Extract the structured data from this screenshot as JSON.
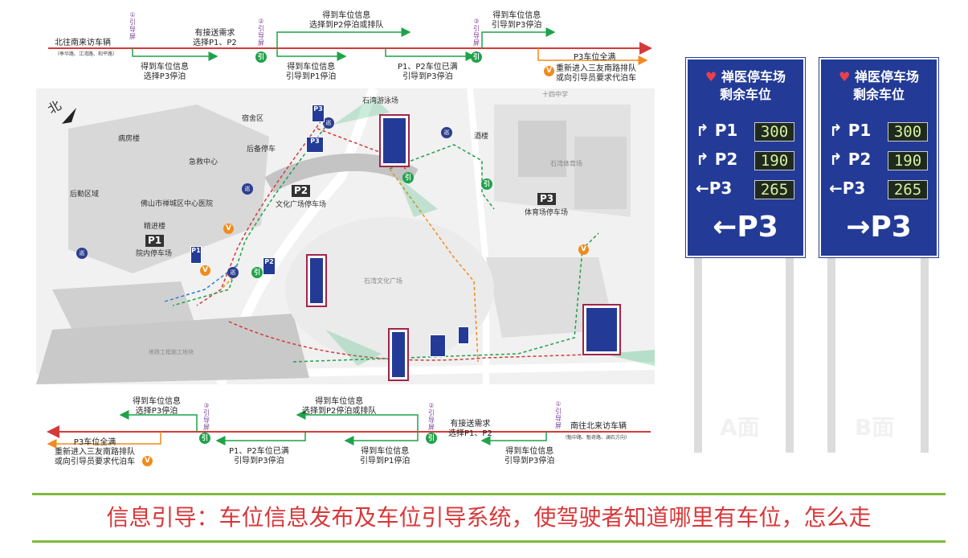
{
  "top_flow": {
    "start_label": "北往南来访车辆",
    "start_note": "（季华路、江湾路、和平路）",
    "screen_tags": [
      "①引导屏",
      "②引导屏",
      "③引导屏"
    ],
    "above_1": "有接送需求\n选择P1、P2",
    "above_2": "得到车位信息\n选择到P2停泊或排队",
    "above_3": "得到车位信息\n引导到P3停泊",
    "above_4": "P3车位全满",
    "below_1": "得到车位信息\n选择P3停泊",
    "below_2": "得到车位信息\n引导到P1停泊",
    "below_3": "P1、P2车位已满\n引导到P3停泊",
    "below_4": "重新进入三友南路排队\n或向引导员要求代泊车"
  },
  "bottom_flow": {
    "start_label": "南往北来访车辆",
    "start_note": "（魁中路、魁奇路、澜石方向）",
    "screen_tags": [
      "①引导屏",
      "②引导屏",
      "③引导屏"
    ],
    "above_1": "得到车位信息\n选择P3停泊",
    "above_2": "得到车位信息\n选择到P2停泊或排队",
    "above_3": "有接送需求\n选择P1、P2",
    "below_1": "P3车位全满\n重新进入三友南路排队\n或向引导员要求代泊车",
    "below_2": "P1、P2车位已满\n引导到P3停泊",
    "below_3": "得到车位信息\n引导到P1停泊",
    "below_4": "得到车位信息\n引导到P3停泊"
  },
  "map": {
    "north": "北",
    "labels": {
      "swimming": "石湾游泳场",
      "middle_school": "十四中学",
      "dorm": "宿舍区",
      "backup_parking": "后备停车",
      "ward": "病房楼",
      "emergency": "急救中心",
      "logistics": "后勤区域",
      "hospital": "佛山市禅城区中心医院",
      "jingjin": "精进楼",
      "bar": "酒楼",
      "gym": "石湾体育场",
      "plaza": "石湾文化广场",
      "p1_name": "院内停车场",
      "p2_name": "文化广场停车场",
      "p3_name": "体育场停车场",
      "construction": "地铁工程施工地块"
    },
    "parking": [
      "P1",
      "P2",
      "P3"
    ],
    "badges": {
      "yin": "引",
      "xun": "巡",
      "v": "V"
    }
  },
  "signs": [
    {
      "brand": "禅医停车场",
      "subtitle": "剩余车位",
      "rows": [
        {
          "arrow": "↱",
          "label": "P1",
          "value": "300"
        },
        {
          "arrow": "↱",
          "label": "P2",
          "value": "190"
        },
        {
          "arrow": "←",
          "label": "P3",
          "value": "265"
        }
      ],
      "big": "←P3",
      "face": "A面"
    },
    {
      "brand": "禅医停车场",
      "subtitle": "剩余车位",
      "rows": [
        {
          "arrow": "↱",
          "label": "P1",
          "value": "300"
        },
        {
          "arrow": "↱",
          "label": "P2",
          "value": "190"
        },
        {
          "arrow": "←",
          "label": "P3",
          "value": "265"
        }
      ],
      "big": "→P3",
      "face": "B面"
    }
  ],
  "caption": "信息引导：车位信息发布及车位引导系统，使驾驶者知道哪里有车位，怎么走",
  "colors": {
    "accent_green": "#7dbb3c",
    "caption_red": "#d8383a",
    "sign_blue": "#233b96"
  }
}
